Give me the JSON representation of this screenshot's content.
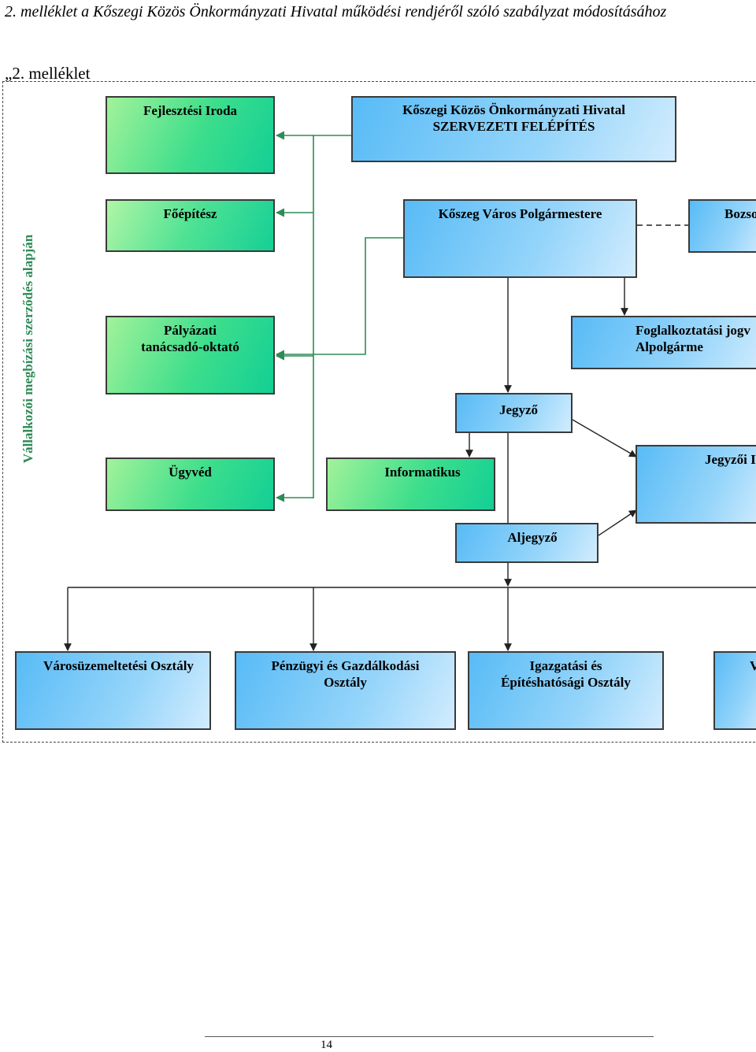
{
  "heading": "2. melléklet a Kőszegi Közös Önkormányzati Hivatal működési rendjéről szóló szabályzat módosításához",
  "annex_label": "„2. melléklet",
  "side_label": "Vállalkozói megbízási szerződés alapján",
  "boxes": {
    "fejlesztesi_iroda": "Fejlesztési Iroda",
    "hivatal_title": "Kőszegi Közös Önkormányzati Hivatal\nSZERVEZETI FELÉPÍTÉS",
    "foepitesz": "Főépítész",
    "polgarmester": "Kőszeg Város Polgármestere",
    "bozso": "Bozso",
    "palyazati": "Pályázati\ntanácsadó-oktató",
    "alpolgarmester": "Foglalkoztatási jogv\nAlpolgárme",
    "jegyzo": "Jegyző",
    "ugyved": "Ügyvéd",
    "informatikus": "Informatikus",
    "jegyzoi": "Jegyzői I",
    "aljegyzo": "Aljegyző",
    "varosuzemeltetesi": "Városüzemeltetési Osztály",
    "penzugyi": "Pénzügyi és Gazdálkodási\nOsztály",
    "igazgatasi": "Igazgatási és\nÉpítéshatósági Osztály",
    "v_cut": "V"
  },
  "page_number": "14",
  "colors": {
    "green_connector": "#2e8b57",
    "box_border": "#3a3a3a",
    "blue_fill": "#96d5fa",
    "green_fill": "#3dde8c"
  }
}
